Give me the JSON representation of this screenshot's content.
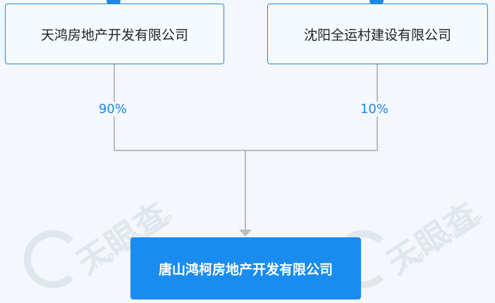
{
  "watermark": {
    "brand": "天眼查",
    "domain": "TianYanCha.com"
  },
  "shareholders": [
    {
      "name": "天鸿房地产开发有限公司",
      "percent": "90%"
    },
    {
      "name": "沈阳全运村建设有限公司",
      "percent": "10%"
    }
  ],
  "target": {
    "name": "唐山鸿柯房地产开发有限公司"
  },
  "colors": {
    "accent": "#1e88e5",
    "target_fill": "#1a8cf0",
    "connector": "#b9bcc1",
    "background": "#f4f7fb"
  }
}
